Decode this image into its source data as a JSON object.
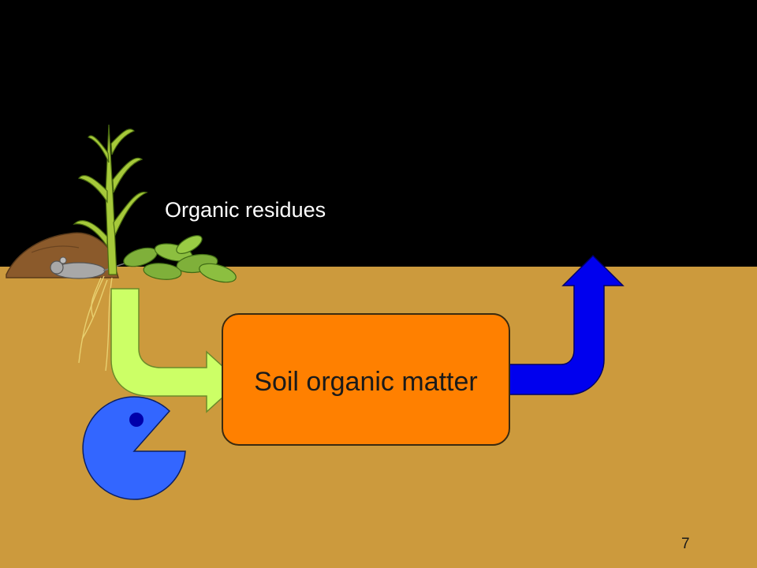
{
  "diagram": {
    "residues_label": "Organic residues",
    "soil_organic_matter_label": "Soil organic matter",
    "page_number": "7"
  },
  "colors": {
    "sky": "#000000",
    "soil": "#cc9a3d",
    "input_arrow": "#ccff66",
    "output_arrow": "#0000ee",
    "soil_organic_matter_box": "#ff8000",
    "decomposer": "#3366ff",
    "plant_leaf": "#99cc33",
    "litter_mound": "#8b5a2b"
  },
  "icons": {
    "plant": "corn-plant-icon",
    "litter": "litter-mound-icon",
    "animal": "dead-mouse-icon",
    "leaves": "fallen-leaves-icon",
    "decomposer": "decomposer-pacman-icon"
  }
}
